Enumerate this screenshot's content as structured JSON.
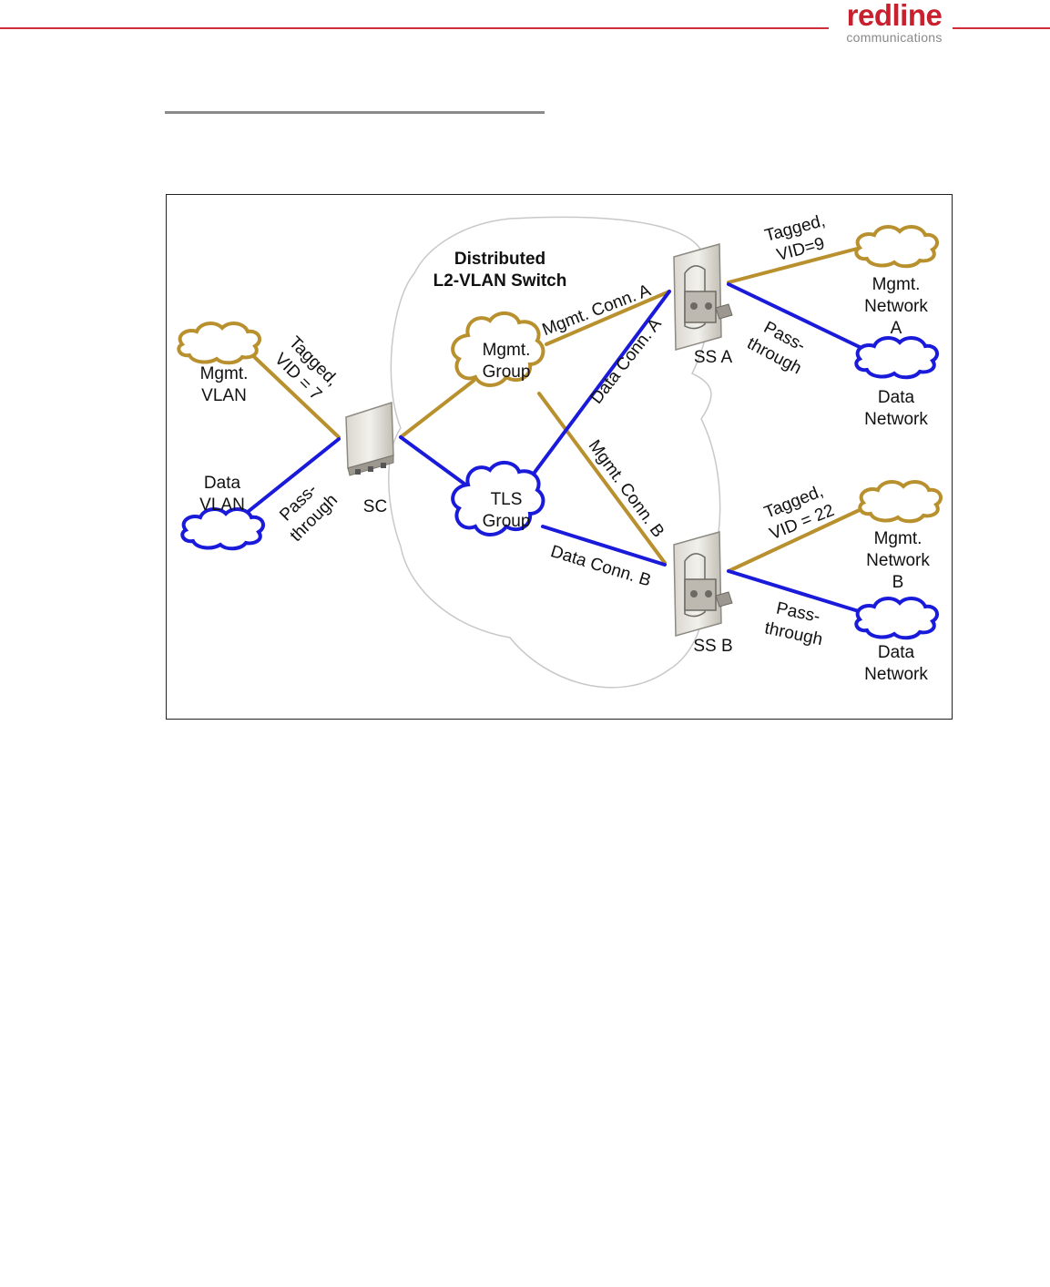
{
  "header": {
    "logo_word": "redline",
    "logo_sub": "communications",
    "accent_color": "#d02f3a"
  },
  "figure": {
    "switch_title_line1": "Distributed",
    "switch_title_line2": "L2-VLAN Switch",
    "nodes": {
      "sc": "SC",
      "ss_a": "SS A",
      "ss_b": "SS B"
    },
    "clouds": {
      "mgmt_vlan": [
        "Mgmt.",
        "VLAN"
      ],
      "data_vlan": [
        "Data",
        "VLAN"
      ],
      "mgmt_group": [
        "Mgmt.",
        "Group"
      ],
      "tls_group": [
        "TLS",
        "Group"
      ],
      "mgmt_network_a": [
        "Mgmt.",
        "Network",
        "A"
      ],
      "data_network_a": [
        "Data",
        "Network"
      ],
      "mgmt_network_b": [
        "Mgmt.",
        "Network",
        "B"
      ],
      "data_network_b": [
        "Data",
        "Network"
      ]
    },
    "links": {
      "sc_tagged": [
        "Tagged,",
        "VID = 7"
      ],
      "sc_pass": [
        "Pass-",
        "through"
      ],
      "mgmt_conn_a": "Mgmt. Conn. A",
      "data_conn_a": "Data Conn. A",
      "mgmt_conn_b": "Mgmt. Conn. B",
      "data_conn_b": "Data Conn. B",
      "ssa_tagged": [
        "Tagged,",
        "VID=9"
      ],
      "ssa_pass": [
        "Pass-",
        "through"
      ],
      "ssb_tagged": [
        "Tagged,",
        "VID = 22"
      ],
      "ssb_pass": [
        "Pass-",
        "through"
      ]
    },
    "colors": {
      "mgmt": "#b8902e",
      "data": "#1a1adb",
      "switch_outline": "#c8c8c8"
    }
  }
}
